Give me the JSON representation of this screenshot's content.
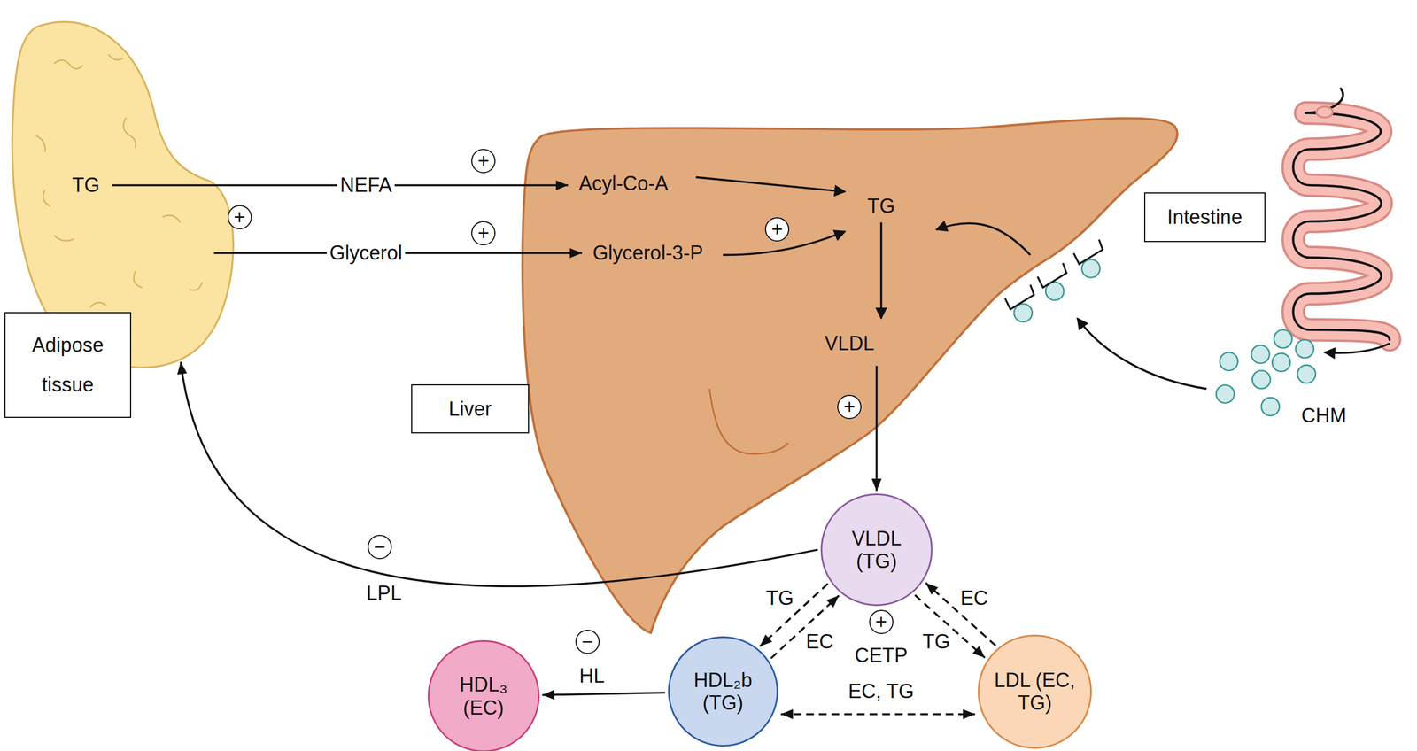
{
  "diagram": {
    "nodes": [
      {
        "text": [
          "TG"
        ]
      },
      {
        "text": [
          "Adipose tissue"
        ]
      },
      {
        "text": [
          "Acyl-Co-A",
          "TG",
          "Glycerol-3-P",
          "VLDL"
        ]
      },
      {
        "text": [
          "Liver"
        ]
      },
      {
        "text": [
          "Intestine"
        ]
      },
      {
        "text": [
          "VLDL (TG)"
        ]
      },
      {
        "text": [
          "HDL₂b (TG)"
        ]
      },
      {
        "text": [
          "LDL (EC, TG)"
        ]
      },
      {
        "text": [
          "HDL₃ (EC)"
        ]
      }
    ],
    "edges": [
      {
        "from": 0,
        "to": 2,
        "arrow": "to",
        "label": "NEFA"
      },
      {
        "from": 0,
        "to": 2,
        "arrow": "to",
        "label": "Glycerol"
      },
      {
        "from": 2,
        "to": 5,
        "arrow": "to"
      },
      {
        "from": 5,
        "to": 0,
        "arrow": "to",
        "label": "LPL"
      },
      {
        "from": 5,
        "to": 6,
        "arrow": "to",
        "label": "TG"
      },
      {
        "from": 6,
        "to": 5,
        "arrow": "to",
        "label": "EC"
      },
      {
        "from": 5,
        "to": 7,
        "arrow": "to",
        "label": "TG"
      },
      {
        "from": 7,
        "to": 5,
        "arrow": "to",
        "label": "EC"
      },
      {
        "from": 6,
        "to": 7,
        "arrow": "both",
        "label": "EC, TG"
      },
      {
        "from": 6,
        "to": 8,
        "arrow": "to",
        "label": "HL"
      }
    ],
    "labels": [
      "+",
      "+",
      "+",
      "+",
      "+",
      "−",
      "+",
      "CETP",
      "−",
      "CHM"
    ]
  }
}
